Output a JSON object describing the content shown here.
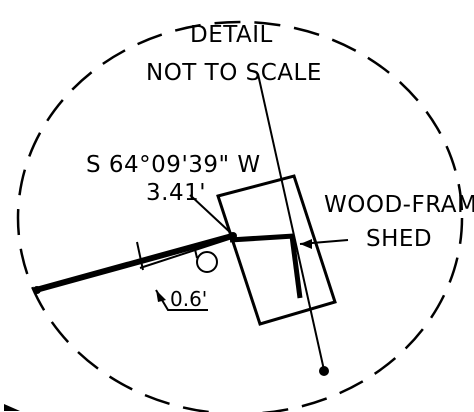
{
  "detail": {
    "title_line1": "DETAIL",
    "title_line2": "NOT TO SCALE"
  },
  "bearing": {
    "direction": "S 64°09'39\" W",
    "distance": "3.41'"
  },
  "shed": {
    "label_line1": "WOOD-FRAME",
    "label_line2": "SHED"
  },
  "offset": {
    "value": "0.6'"
  },
  "colors": {
    "ink": "#000000",
    "paper": "#ffffff"
  }
}
